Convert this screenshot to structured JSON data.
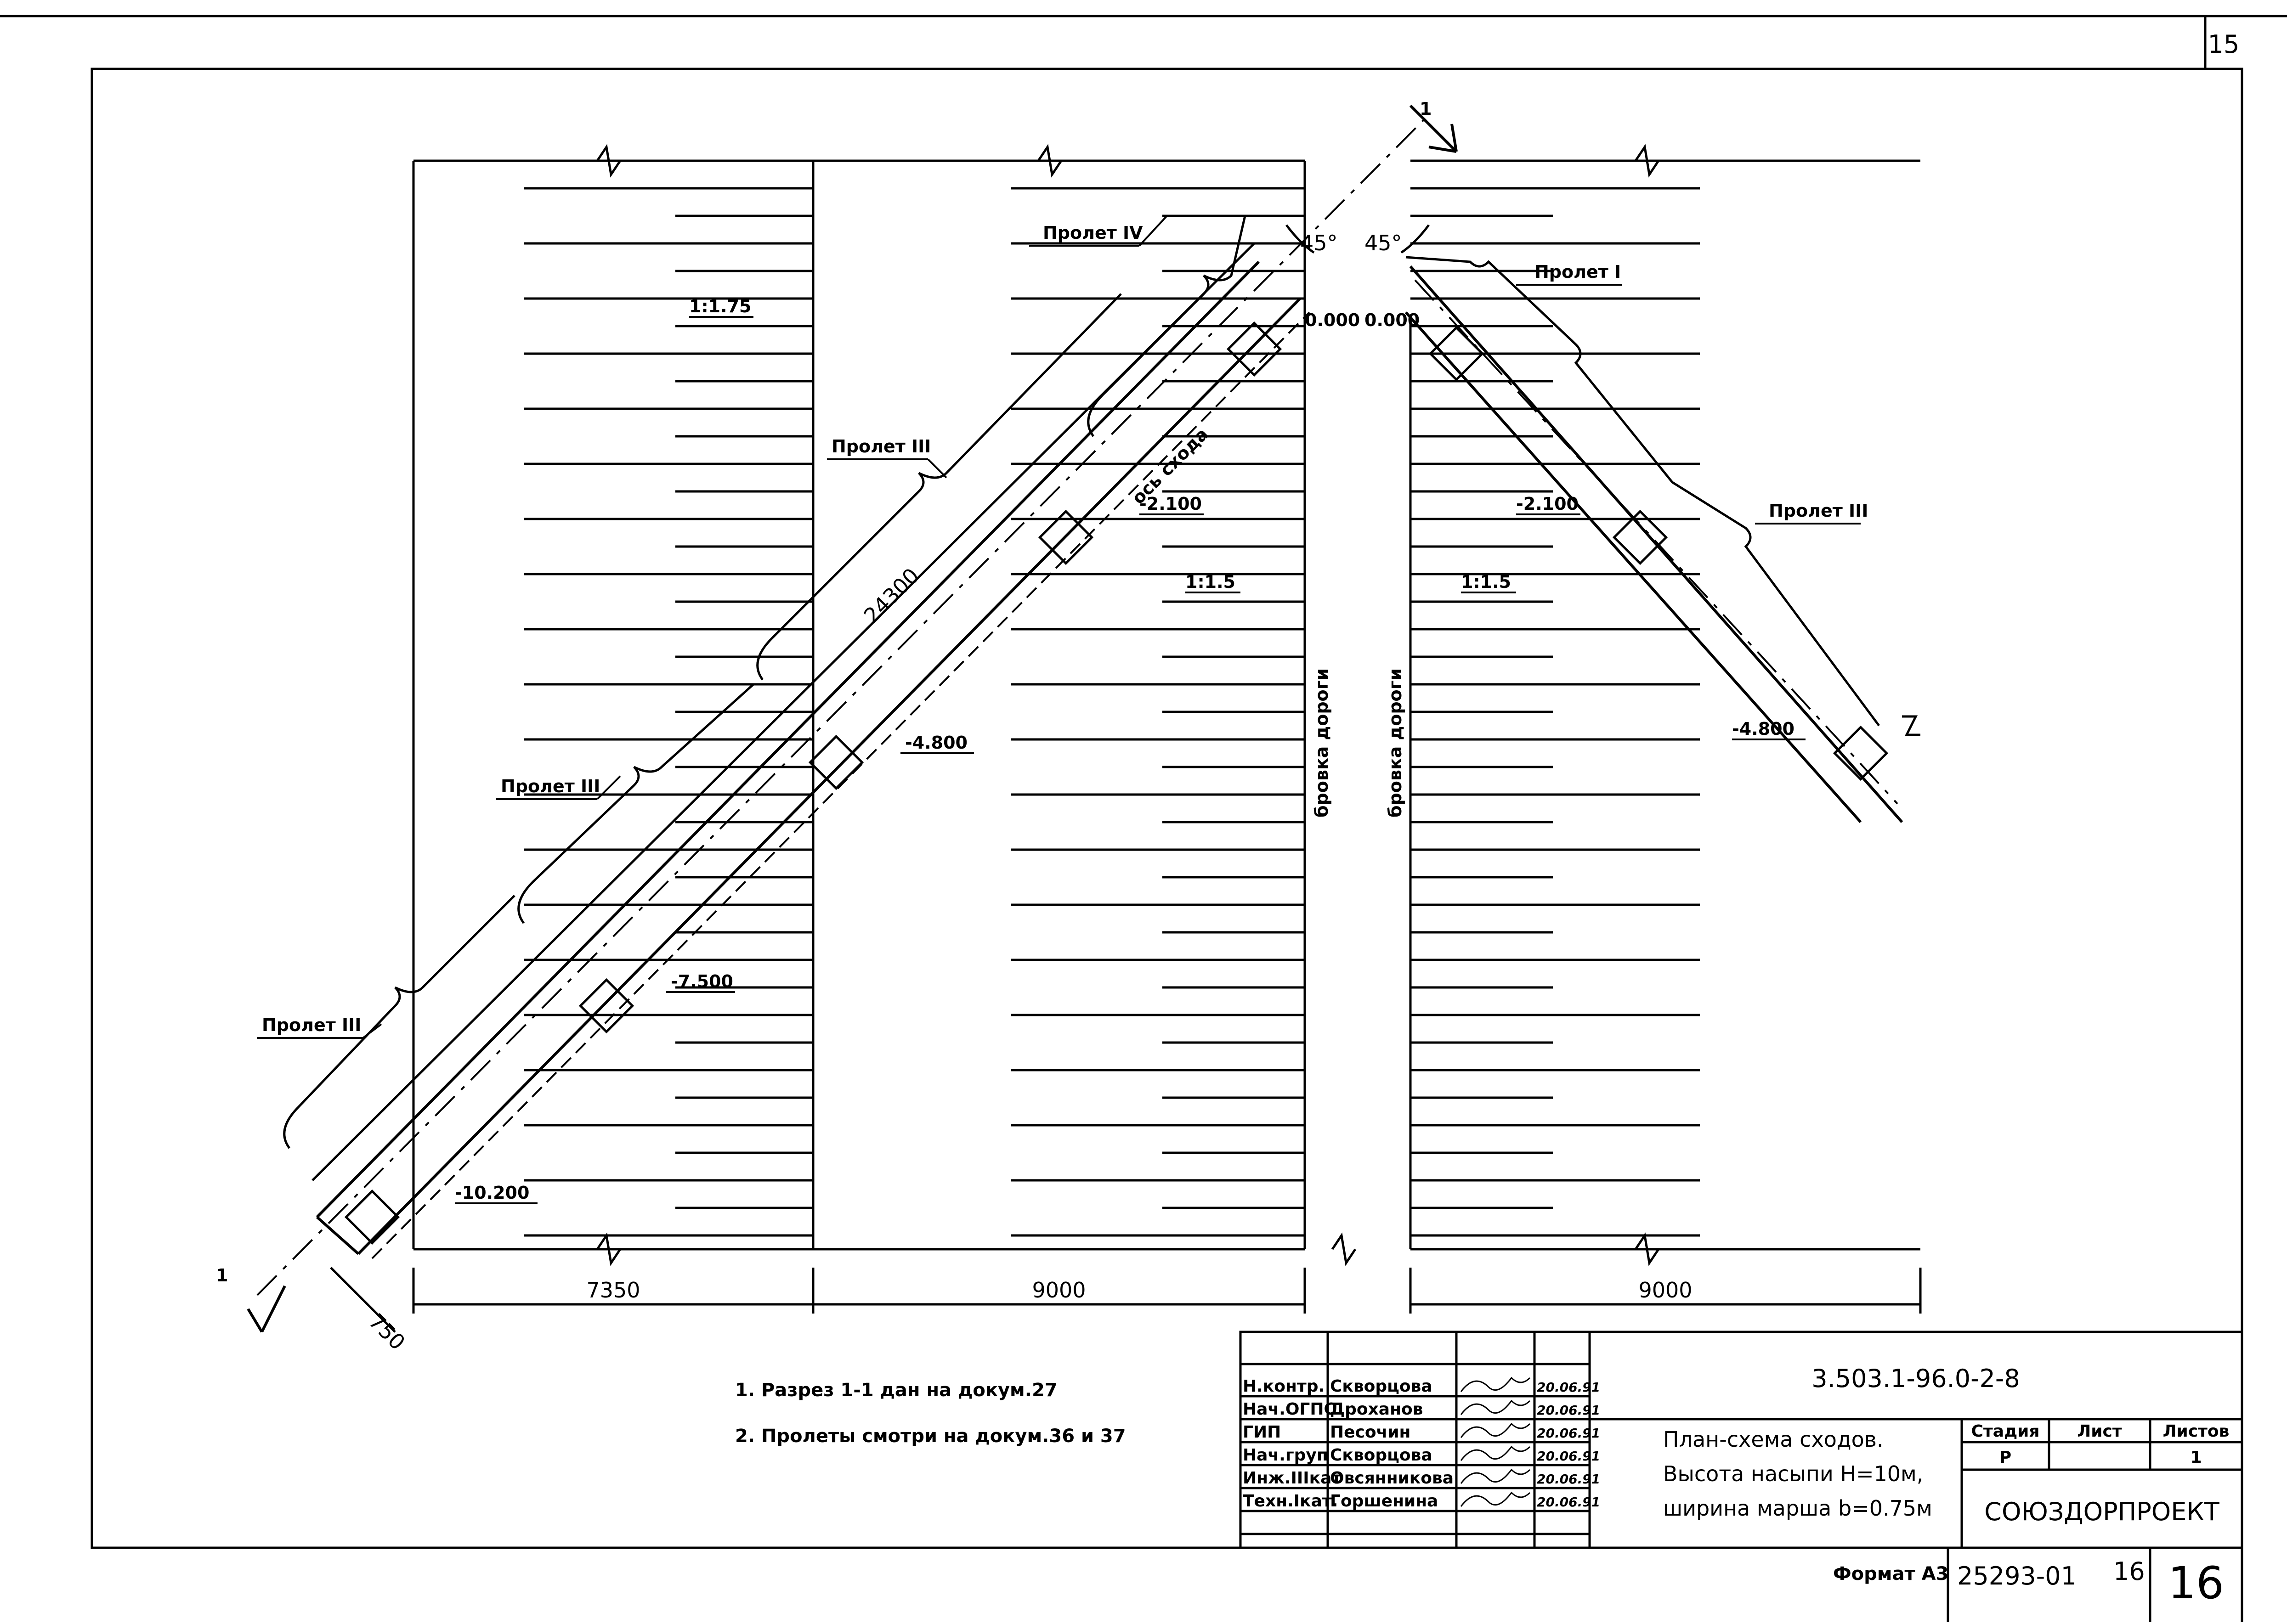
{
  "sheet": {
    "page_number": "15",
    "code": "3.503.1-96.0-2-8",
    "format_label": "Формат А3",
    "inventory_number": "25293-01",
    "inventory_sheet": "16",
    "sheet_big_number": "16"
  },
  "drawing": {
    "angle_left": "45°",
    "angle_right": "45°",
    "span_labels": {
      "span_iv": "Пролет IV",
      "span_i": "Пролет I",
      "span_iii_right": "Пролет III",
      "span_iii_upper": "Пролет III",
      "span_iii_mid": "Пролет III",
      "span_iii_lower": "Пролет III"
    },
    "slope_labels": {
      "slope_left": "1:1.75",
      "slope_mid": "1:1.5",
      "slope_right": "1:1.5"
    },
    "elevations": {
      "left_top": "0.000",
      "right_top": "0.000",
      "left_2100": "-2.100",
      "right_2100": "-2.100",
      "left_4800": "-4.800",
      "right_4800": "-4.800",
      "left_7500": "-7.500",
      "left_10200": "-10.200"
    },
    "axis_label": "ось схода",
    "road_edge_left": "бровка дороги",
    "road_edge_right": "бровка дороги",
    "diag_length": "24300",
    "stair_width": "750",
    "dims": {
      "d1": "7350",
      "d2": "9000",
      "d3": "9000"
    },
    "section_mark": "1"
  },
  "notes": [
    "1. Разрез 1-1 дан на докум.27",
    "2. Пролеты смотри на докум.36 и 37"
  ],
  "title_block": {
    "rows": [
      {
        "role": "Н.контр.",
        "name": "Скворцова",
        "date": "20.06.91"
      },
      {
        "role": "Нач.ОГПС",
        "name": "Дроханов",
        "date": "20.06.91"
      },
      {
        "role": "ГИП",
        "name": "Песочин",
        "date": "20.06.91"
      },
      {
        "role": "Нач.груп",
        "name": "Скворцова",
        "date": "20.06.91"
      },
      {
        "role": "Инж.IIIкат",
        "name": "Овсянникова",
        "date": "20.06.91"
      },
      {
        "role": "Техн.Iкат.",
        "name": "Горшенина",
        "date": "20.06.91"
      }
    ],
    "title_lines": [
      "План-схема сходов.",
      "Высота насыпи H=10м,",
      "ширина марша b=0.75м"
    ],
    "stage_header": "Стадия",
    "sheet_header": "Лист",
    "sheets_header": "Листов",
    "stage_value": "Р",
    "sheets_value": "1",
    "organization": "СОЮЗДОРПРОЕКТ"
  }
}
